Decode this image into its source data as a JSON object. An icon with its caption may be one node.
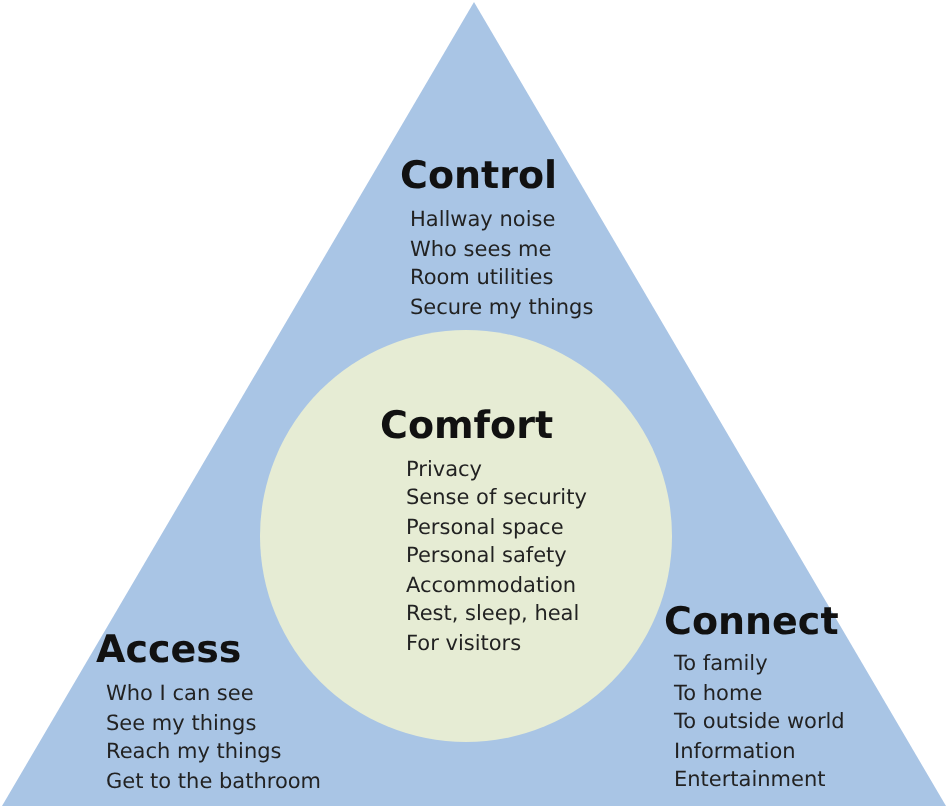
{
  "diagram": {
    "nodes": [
      {
        "text": [],
        "shape": "triangle"
      },
      {
        "text": [
          "Comfort",
          "Privacy",
          "Sense of security",
          "Personal space",
          "Personal safety",
          "Accommodation",
          "Rest, sleep, heal",
          "For visitors"
        ],
        "in": 0
      }
    ],
    "labels": [
      "Control",
      "Hallway noise",
      "Who sees me",
      "Room utilities",
      "Secure my things",
      "Access",
      "Who I can see",
      "See my things",
      "Reach my things",
      "Get to the bathroom",
      "Connect",
      "To family",
      "To home",
      "To outside world",
      "Information",
      "Entertainment"
    ]
  }
}
